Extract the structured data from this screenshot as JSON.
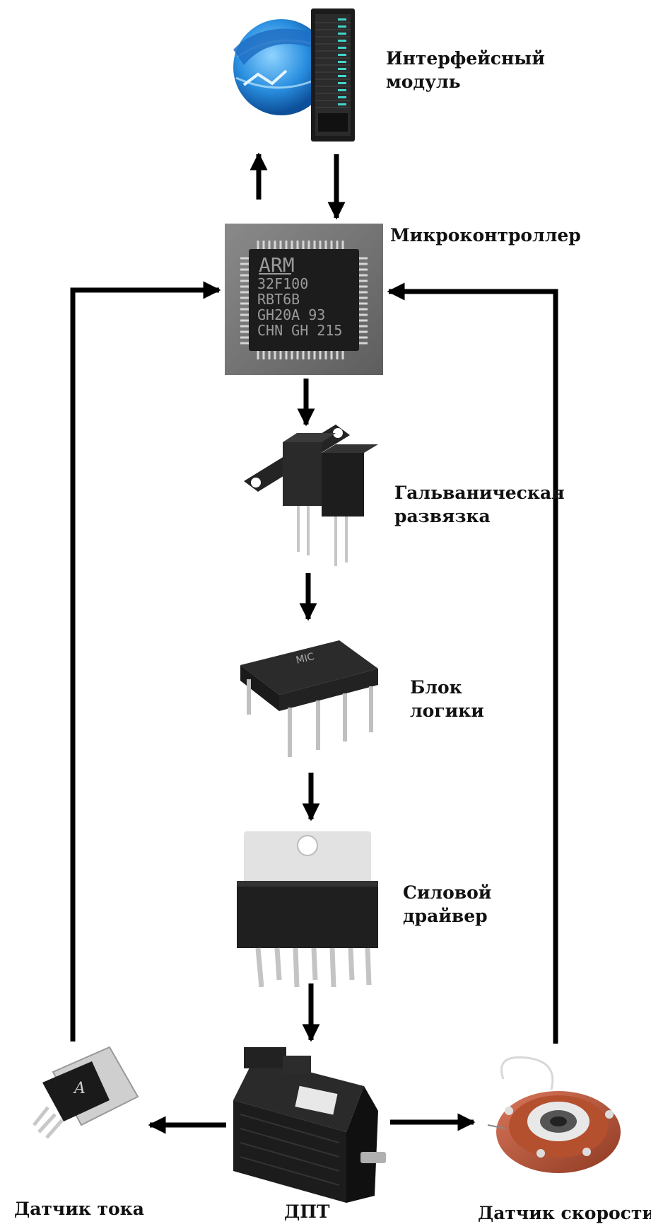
{
  "nodes": {
    "interface": {
      "lines": [
        "Интерфейсный",
        "модуль"
      ]
    },
    "mcu": {
      "lines": [
        "Микроконтроллер"
      ],
      "chip_text": [
        "ARM",
        "32F100",
        "RBT6B",
        "GH20A 93",
        "CHN GH 215"
      ]
    },
    "isolation": {
      "lines": [
        "Гальваническая",
        "развязка"
      ]
    },
    "logic": {
      "lines": [
        "Блок",
        "логики"
      ],
      "chip_text": "MIC"
    },
    "driver": {
      "lines": [
        "Силовой",
        "драйвер"
      ]
    },
    "motor": {
      "lines": [
        "ДПТ"
      ]
    },
    "current_sensor": {
      "lines": [
        "Датчик тока"
      ],
      "chip_text": "A"
    },
    "speed_sensor": {
      "lines": [
        "Датчик скорости"
      ]
    }
  },
  "colors": {
    "arrow": "#000000",
    "globe": "#2a8fe0",
    "server": "#1b1b1b",
    "chip": "#1c1c1c",
    "pcb": "#7a7a7a",
    "pin": "#c8c8c8",
    "copper": "#b5502f"
  }
}
